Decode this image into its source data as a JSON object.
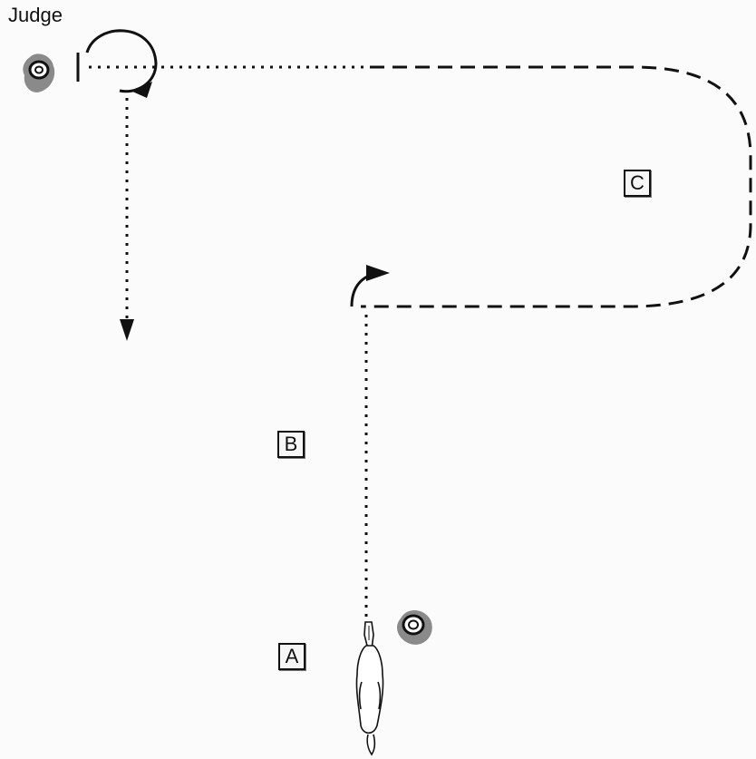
{
  "judge": {
    "label": "Judge"
  },
  "labels": {
    "a": "A",
    "b": "B",
    "c": "C"
  },
  "icons": {
    "judge_position": "judge-marker-icon",
    "handler_position": "handler-marker-icon",
    "horse": "horse-icon",
    "start_marker": "start-line-icon"
  },
  "colors": {
    "line": "#111111",
    "marker_fill": "#8a8a8a",
    "background": "#fbfbfb"
  }
}
